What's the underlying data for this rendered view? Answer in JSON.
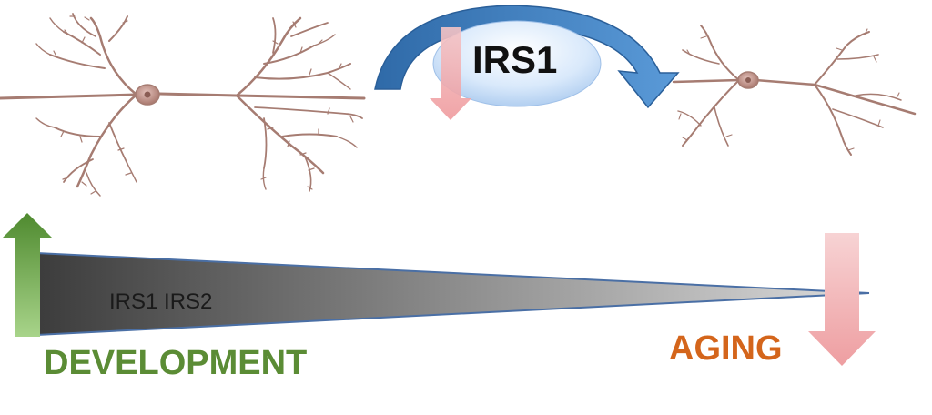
{
  "labels": {
    "irs1": "IRS1",
    "wedge": "IRS1 IRS2",
    "development": "DEVELOPMENT",
    "aging": "AGING"
  },
  "colors": {
    "dendrite": "#a67c72",
    "soma": "#c89b92",
    "arc_arrow": "#3f7fc0",
    "bubble": "#cfe2f8",
    "down_arrow": "#f2aeb0",
    "up_arrow": "#6aa84f",
    "wedge_dark": "#3c3c3c",
    "wedge_light": "#d8d8d8",
    "development_text": "#5b8c35",
    "aging_text": "#d4651b"
  },
  "icons": {
    "young_neuron": "neuron-icon",
    "aged_neuron": "neuron-icon",
    "transition": "curved-arrow-icon"
  }
}
